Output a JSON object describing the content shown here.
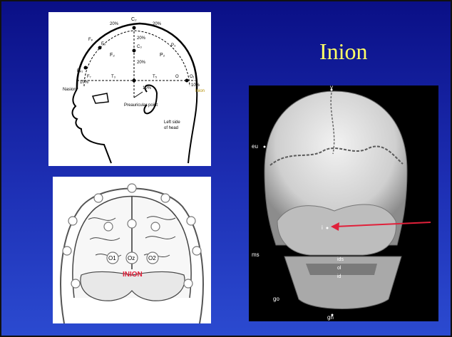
{
  "slide": {
    "title": "Inion",
    "colors": {
      "background_top": "#0a0f86",
      "background_bottom": "#2b4ad0",
      "title": "#ffff66",
      "arrow": "#e0203a"
    }
  },
  "eeg_diagram": {
    "labels": {
      "cz": "C₂",
      "fz": "F₂",
      "pz": "P₂",
      "f3": "F₃",
      "p3": "P₃",
      "f7": "F₇",
      "t3": "T₃",
      "t5": "T₅",
      "o1": "O₁",
      "fp1": "Fₚ₁",
      "fp_mid": "Fₚ",
      "c3": "C₃",
      "o_mid": "O",
      "nasion": "Nasion",
      "inion": "Inion",
      "preauricular": "Preauricular point",
      "caption_line1": "Left side",
      "caption_line2": "of head",
      "pct20": "20%",
      "pct10": "10%"
    }
  },
  "brain_diagram": {
    "labels": {
      "o1": "O1",
      "oz": "Oz",
      "o2": "O2",
      "inion": "INION"
    }
  },
  "skull_photo": {
    "labels": {
      "v": "v",
      "eu": "eu",
      "ms": "ms",
      "go": "go",
      "gn": "gn",
      "i": "i",
      "ids": "ids",
      "ol": "ol",
      "id": "id"
    }
  }
}
